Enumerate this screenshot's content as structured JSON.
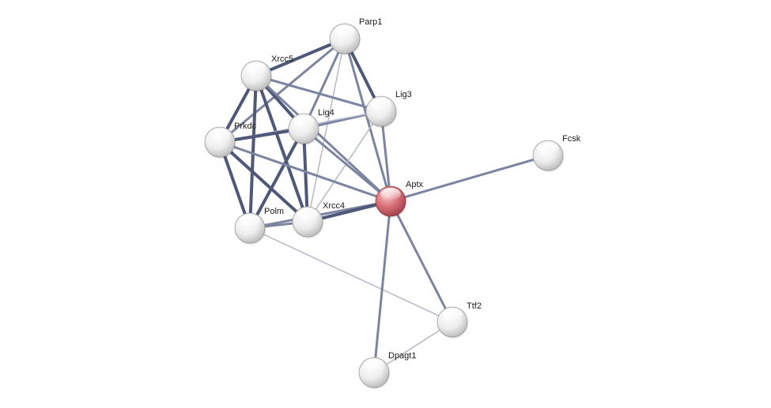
{
  "network": {
    "query_protein": "Aptx",
    "nodes": [
      {
        "id": "Parp1",
        "label": "Parp1",
        "query": false
      },
      {
        "id": "Xrcc5",
        "label": "Xrcc5",
        "query": false
      },
      {
        "id": "Lig3",
        "label": "Lig3",
        "query": false
      },
      {
        "id": "Lig4",
        "label": "Lig4",
        "query": false
      },
      {
        "id": "Prkdc",
        "label": "Prkdc",
        "query": false
      },
      {
        "id": "Fcsk",
        "label": "Fcsk",
        "query": false
      },
      {
        "id": "Aptx",
        "label": "Aptx",
        "query": true
      },
      {
        "id": "Polm",
        "label": "Polm",
        "query": false
      },
      {
        "id": "Xrcc4",
        "label": "Xrcc4",
        "query": false
      },
      {
        "id": "Ttf2",
        "label": "Ttf2",
        "query": false
      },
      {
        "id": "Dpagt1",
        "label": "Dpagt1",
        "query": false
      }
    ],
    "edges": [
      {
        "source": "Parp1",
        "target": "Xrcc5",
        "confidence": "high"
      },
      {
        "source": "Parp1",
        "target": "Lig3",
        "confidence": "high"
      },
      {
        "source": "Parp1",
        "target": "Lig4",
        "confidence": "medium"
      },
      {
        "source": "Parp1",
        "target": "Prkdc",
        "confidence": "medium"
      },
      {
        "source": "Parp1",
        "target": "Aptx",
        "confidence": "medium"
      },
      {
        "source": "Parp1",
        "target": "Xrcc4",
        "confidence": "low"
      },
      {
        "source": "Xrcc5",
        "target": "Lig4",
        "confidence": "high"
      },
      {
        "source": "Xrcc5",
        "target": "Prkdc",
        "confidence": "high"
      },
      {
        "source": "Xrcc5",
        "target": "Lig3",
        "confidence": "medium"
      },
      {
        "source": "Xrcc5",
        "target": "Polm",
        "confidence": "high"
      },
      {
        "source": "Xrcc5",
        "target": "Xrcc4",
        "confidence": "high"
      },
      {
        "source": "Xrcc5",
        "target": "Aptx",
        "confidence": "medium"
      },
      {
        "source": "Lig3",
        "target": "Lig4",
        "confidence": "medium"
      },
      {
        "source": "Lig3",
        "target": "Aptx",
        "confidence": "medium"
      },
      {
        "source": "Lig3",
        "target": "Xrcc4",
        "confidence": "low"
      },
      {
        "source": "Lig3",
        "target": "Prkdc",
        "confidence": "low"
      },
      {
        "source": "Lig4",
        "target": "Prkdc",
        "confidence": "high"
      },
      {
        "source": "Lig4",
        "target": "Polm",
        "confidence": "high"
      },
      {
        "source": "Lig4",
        "target": "Xrcc4",
        "confidence": "high"
      },
      {
        "source": "Lig4",
        "target": "Aptx",
        "confidence": "medium"
      },
      {
        "source": "Prkdc",
        "target": "Polm",
        "confidence": "high"
      },
      {
        "source": "Prkdc",
        "target": "Xrcc4",
        "confidence": "high"
      },
      {
        "source": "Prkdc",
        "target": "Aptx",
        "confidence": "medium"
      },
      {
        "source": "Polm",
        "target": "Xrcc4",
        "confidence": "medium"
      },
      {
        "source": "Polm",
        "target": "Aptx",
        "confidence": "medium"
      },
      {
        "source": "Polm",
        "target": "Ttf2",
        "confidence": "low"
      },
      {
        "source": "Xrcc4",
        "target": "Aptx",
        "confidence": "high"
      },
      {
        "source": "Aptx",
        "target": "Fcsk",
        "confidence": "medium"
      },
      {
        "source": "Aptx",
        "target": "Ttf2",
        "confidence": "medium"
      },
      {
        "source": "Aptx",
        "target": "Dpagt1",
        "confidence": "medium"
      },
      {
        "source": "Ttf2",
        "target": "Dpagt1",
        "confidence": "low"
      }
    ]
  },
  "colors": {
    "edge_high": "#4f5878",
    "edge_medium": "#7c84a0",
    "edge_low": "#b8bccb",
    "node_default": "#e6e6e6",
    "node_query": "#d46a72",
    "label": "#1a1a1a"
  }
}
